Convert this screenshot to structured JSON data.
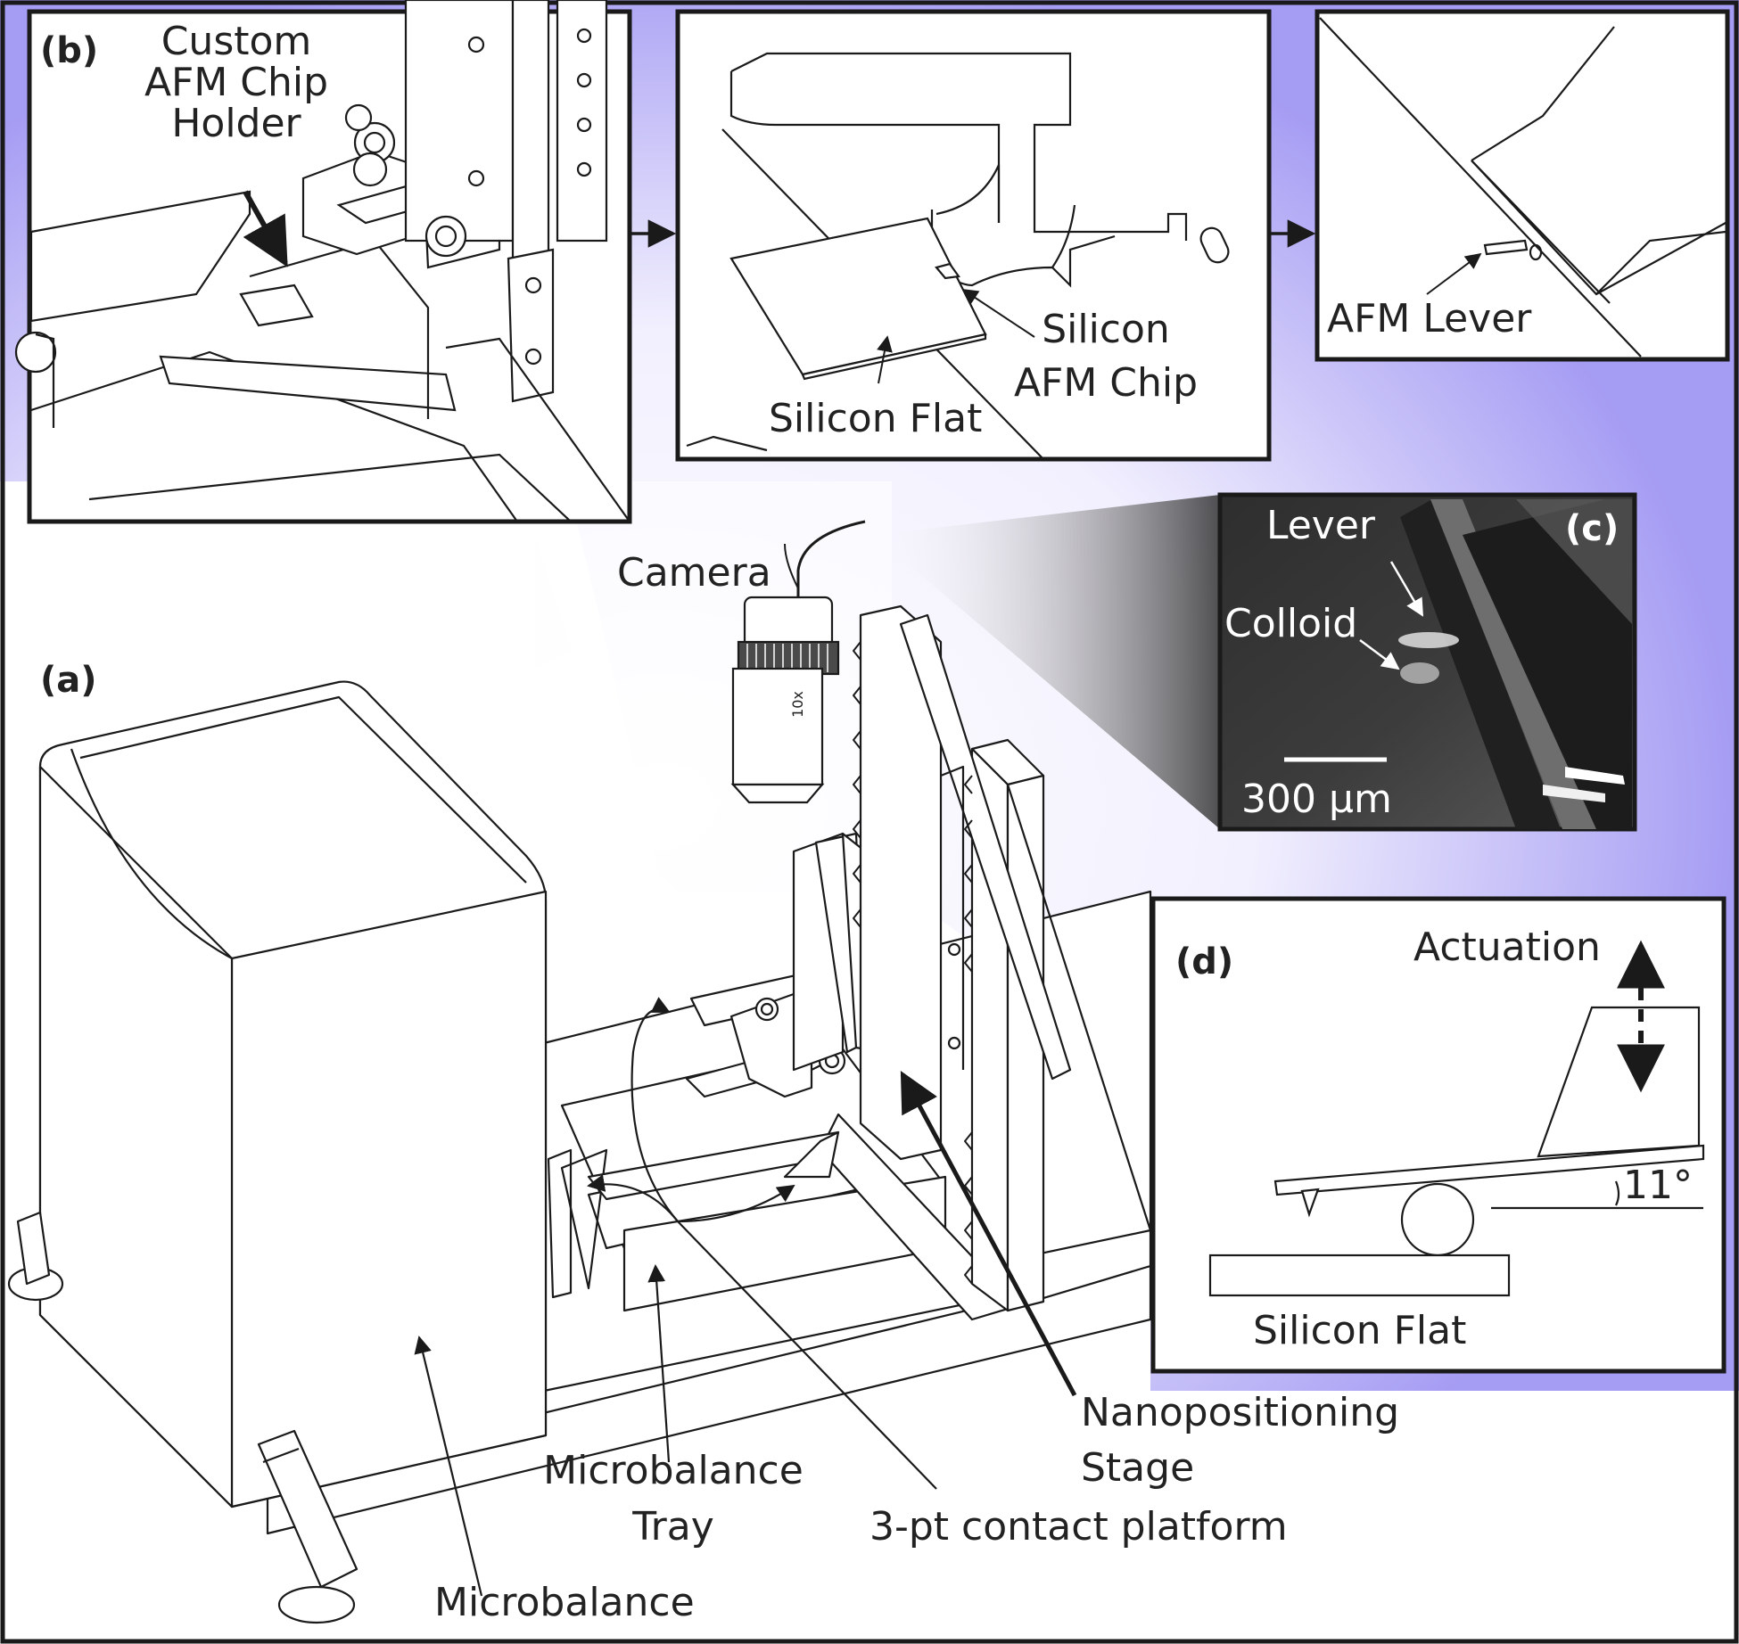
{
  "panels": {
    "a": "(a)",
    "b": "(b)",
    "c": "(c)",
    "d": "(d)"
  },
  "labels": {
    "custom_holder": [
      "Custom",
      "AFM Chip",
      "Holder"
    ],
    "silicon_chip": [
      "Silicon",
      "AFM Chip"
    ],
    "silicon_flat_b": "Silicon Flat",
    "afm_lever": "AFM Lever",
    "camera": "Camera",
    "objective_mark": "10x",
    "lever": "Lever",
    "colloid": "Colloid",
    "scale_bar": "300 µm",
    "actuation": "Actuation",
    "angle": "11°",
    "silicon_flat_d": "Silicon Flat",
    "nanopositioning": [
      "Nanopositioning",
      "Stage"
    ],
    "tray": [
      "Microbalance",
      "Tray"
    ],
    "platform": "3-pt contact platform",
    "microbalance": "Microbalance"
  },
  "colors": {
    "halo": "#aaa2f5",
    "outline": "#1a1a1a",
    "micrograph_bg": "#3a3a3a"
  }
}
